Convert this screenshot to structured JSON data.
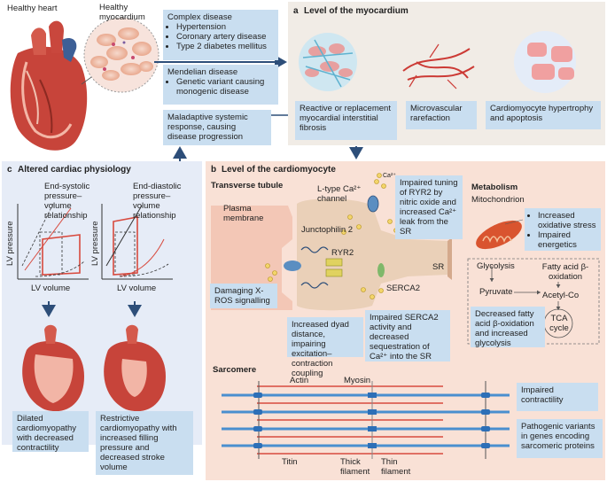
{
  "top": {
    "healthy_heart": "Healthy heart",
    "healthy_myocardium": "Healthy myocardium",
    "complex_disease": {
      "title": "Complex disease",
      "items": [
        "Hypertension",
        "Coronary artery disease",
        "Type 2 diabetes mellitus"
      ]
    },
    "mendelian_disease": {
      "title": "Mendelian disease",
      "items": [
        "Genetic variant causing monogenic disease"
      ]
    },
    "maladaptive": "Maladaptive systemic response, causing disease progression"
  },
  "panel_a": {
    "letter": "a",
    "title": "Level of the myocardium",
    "fibrosis": "Reactive or replacement myocardial interstitial fibrosis",
    "rarefaction": "Microvascular rarefaction",
    "hypertrophy": "Cardiomyocyte hypertrophy and apoptosis"
  },
  "panel_b": {
    "letter": "b",
    "title": "Level of the cardiomyocyte",
    "transverse_tubule": "Transverse tubule",
    "plasma_membrane": "Plasma membrane",
    "l_type_channel": "L-type Ca²⁺ channel",
    "ca_ion": "Ca²⁺",
    "junctophilin": "Junctophilin 2",
    "ryr2": "RYR2",
    "sr": "SR",
    "serca2": "SERCA2",
    "impaired_ryr2": "Impaired tuning of RYR2 by nitric oxide and increased Ca²⁺ leak from the SR",
    "x_ros": "Damaging X-ROS signalling",
    "dyad": "Increased dyad distance, impairing excitation–contraction coupling",
    "serca_impaired": "Impaired SERCA2 activity and decreased sequestration of Ca²⁺ into the SR",
    "metabolism": "Metabolism",
    "mitochondrion": "Mitochondrion",
    "mito_effects": [
      "Increased oxidative stress",
      "Impaired energetics"
    ],
    "glycolysis": "Glycolysis",
    "fatty_acid": "Fatty acid β-oxidation",
    "pyruvate": "Pyruvate",
    "acetyl_coa": "Acetyl-Co",
    "tca": "TCA cycle",
    "decreased_fa": "Decreased fatty acid β-oxidation and increased glycolysis",
    "sarcomere": "Sarcomere",
    "actin": "Actin",
    "myosin": "Myosin",
    "titin": "Titin",
    "thick_filament": "Thick filament",
    "thin_filament": "Thin filament",
    "impaired_contractility": "Impaired contractility",
    "pathogenic_variants": "Pathogenic variants in genes encoding sarcomeric proteins"
  },
  "panel_c": {
    "letter": "c",
    "title": "Altered cardiac physiology",
    "end_systolic": "End-systolic pressure–volume relationship",
    "end_diastolic": "End-diastolic pressure–volume relationship",
    "lv_pressure": "LV pressure",
    "lv_volume": "LV volume",
    "dilated": "Dilated cardiomyopathy with decreased contractility",
    "restrictive": "Restrictive cardiomyopathy with increased filling pressure and decreased stroke volume"
  },
  "colors": {
    "box_blue": "#c9def0",
    "panel_a_bg": "#f1ece6",
    "panel_b_bg": "#f9e1d6",
    "panel_c_bg": "#e6ecf7",
    "arrow": "#2d4e79",
    "red": "#d84a3e"
  }
}
